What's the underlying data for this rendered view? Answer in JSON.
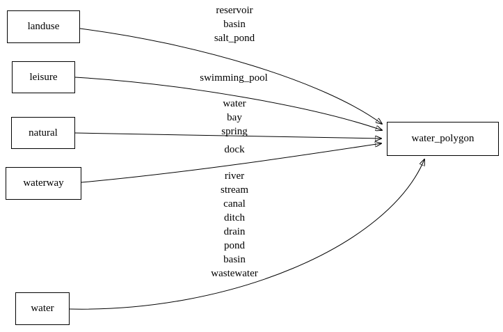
{
  "diagram": {
    "background": "#ffffff",
    "stroke_color": "#000000",
    "text_color": "#000000",
    "nodes": [
      {
        "id": "landuse",
        "label": "landuse"
      },
      {
        "id": "leisure",
        "label": "leisure"
      },
      {
        "id": "natural",
        "label": "natural"
      },
      {
        "id": "waterway",
        "label": "waterway"
      },
      {
        "id": "water",
        "label": "water"
      },
      {
        "id": "water_polygon",
        "label": "water_polygon"
      }
    ],
    "edges": [
      {
        "from": "landuse",
        "to": "water_polygon",
        "label": "reservoir\nbasin\nsalt_pond"
      },
      {
        "from": "leisure",
        "to": "water_polygon",
        "label": "swimming_pool"
      },
      {
        "from": "natural",
        "to": "water_polygon",
        "label": "water\nbay\nspring"
      },
      {
        "from": "waterway",
        "to": "water_polygon",
        "label": "dock"
      },
      {
        "from": "water",
        "to": "water_polygon",
        "label": "river\nstream\ncanal\nditch\ndrain\npond\nbasin\nwastewater"
      }
    ]
  }
}
